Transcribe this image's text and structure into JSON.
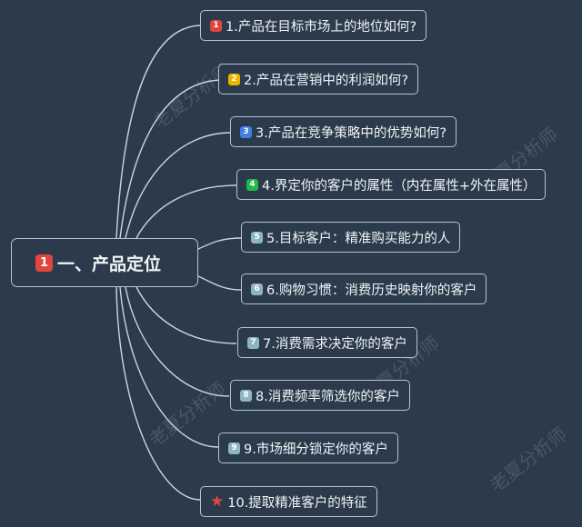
{
  "colors": {
    "background": "#2b3b4c",
    "node_border": "#b7c3cc",
    "link": "#c9d6df",
    "text": "#f1f4f6",
    "badge_1": "#e0463d",
    "badge_2": "#f0b400",
    "badge_3": "#3f7fe6",
    "badge_4": "#1fb84b",
    "badge_neutral": "#8fb6bd",
    "star": "#e0463d"
  },
  "root": {
    "badge": "1",
    "badge_icon": "priority-1-icon",
    "label": "一、产品定位"
  },
  "children": [
    {
      "badge": "1",
      "icon": "priority-1-icon",
      "label": "1.产品在目标市场上的地位如何?"
    },
    {
      "badge": "2",
      "icon": "priority-2-icon",
      "label": "2.产品在营销中的利润如何?"
    },
    {
      "badge": "3",
      "icon": "priority-3-icon",
      "label": "3.产品在竞争策略中的优势如何?"
    },
    {
      "badge": "4",
      "icon": "priority-4-icon",
      "label": "4.界定你的客户的属性（内在属性+外在属性）"
    },
    {
      "badge": "5",
      "icon": "priority-5-icon",
      "label": "5.目标客户：精准购买能力的人"
    },
    {
      "badge": "6",
      "icon": "priority-6-icon",
      "label": "6.购物习惯：消费历史映射你的客户"
    },
    {
      "badge": "7",
      "icon": "priority-7-icon",
      "label": "7.消费需求决定你的客户"
    },
    {
      "badge": "8",
      "icon": "priority-8-icon",
      "label": "8.消费频率筛选你的客户"
    },
    {
      "badge": "9",
      "icon": "priority-9-icon",
      "label": "9.市场细分锁定你的客户"
    },
    {
      "badge": "★",
      "icon": "star-icon",
      "label": "10.提取精准客户的特征"
    }
  ],
  "watermark": "老夏分析师"
}
